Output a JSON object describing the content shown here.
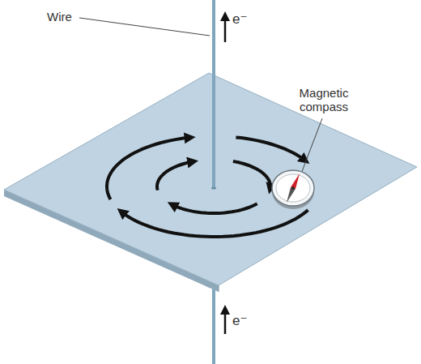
{
  "diagram": {
    "labels": [
      "Wire",
      "e⁻",
      "e⁻",
      "Magnetic compass"
    ]
  }
}
